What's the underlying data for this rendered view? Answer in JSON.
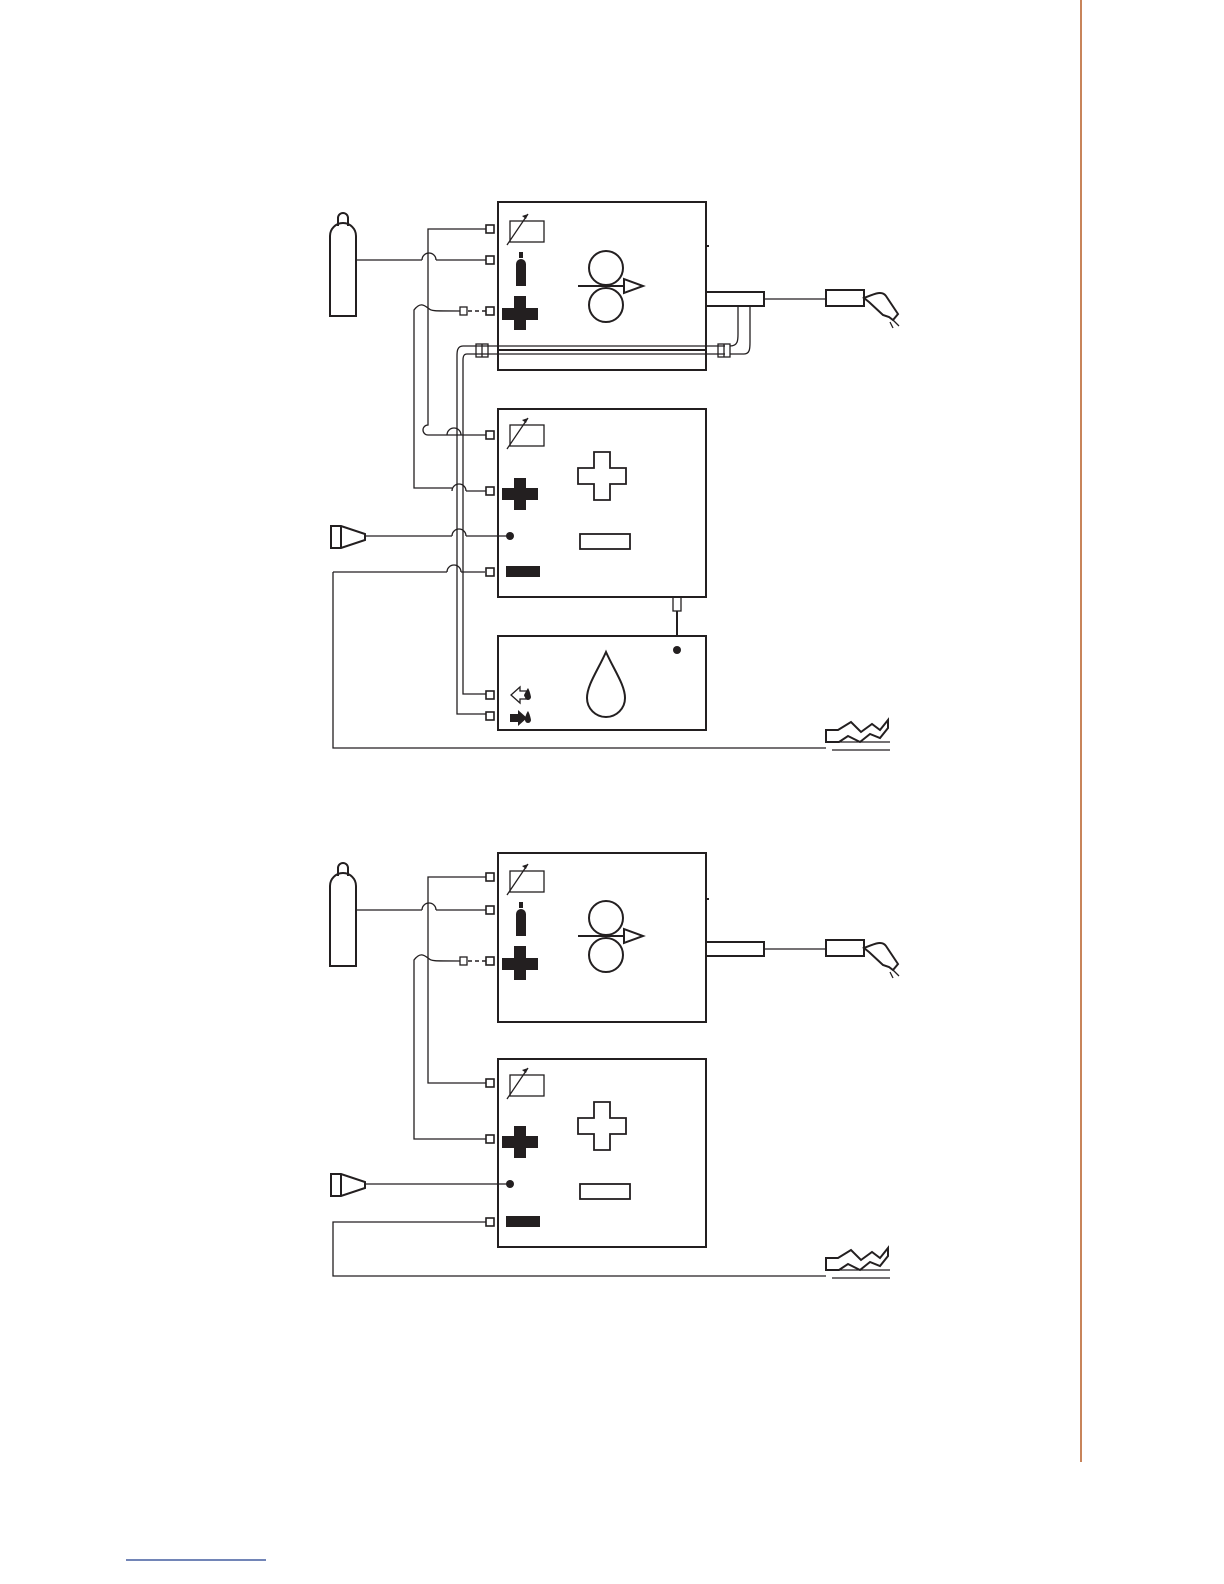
{
  "colors": {
    "line": "#231f20",
    "page_edge_rule": "#c8845a",
    "footnote_rule": "#1f3c8c",
    "background": "#ffffff"
  },
  "diagrams": [
    {
      "id": "water-cooled-setup",
      "components": [
        "gas-cylinder",
        "wire-feeder",
        "welding-torch",
        "power-source",
        "mains-plug",
        "cooling-unit",
        "earth-clamp"
      ],
      "icons": [
        "adjust-meter-icon",
        "gas-cylinder-icon",
        "plus-icon",
        "wire-feed-rollers-icon",
        "plus-outline-icon",
        "minus-outline-icon",
        "minus-icon",
        "water-drop-icon",
        "coolant-return-icon",
        "coolant-supply-icon"
      ]
    },
    {
      "id": "gas-cooled-setup",
      "components": [
        "gas-cylinder",
        "wire-feeder",
        "welding-torch",
        "power-source",
        "mains-plug",
        "earth-clamp"
      ],
      "icons": [
        "adjust-meter-icon",
        "gas-cylinder-icon",
        "plus-icon",
        "wire-feed-rollers-icon",
        "plus-outline-icon",
        "minus-outline-icon",
        "minus-icon"
      ]
    }
  ]
}
